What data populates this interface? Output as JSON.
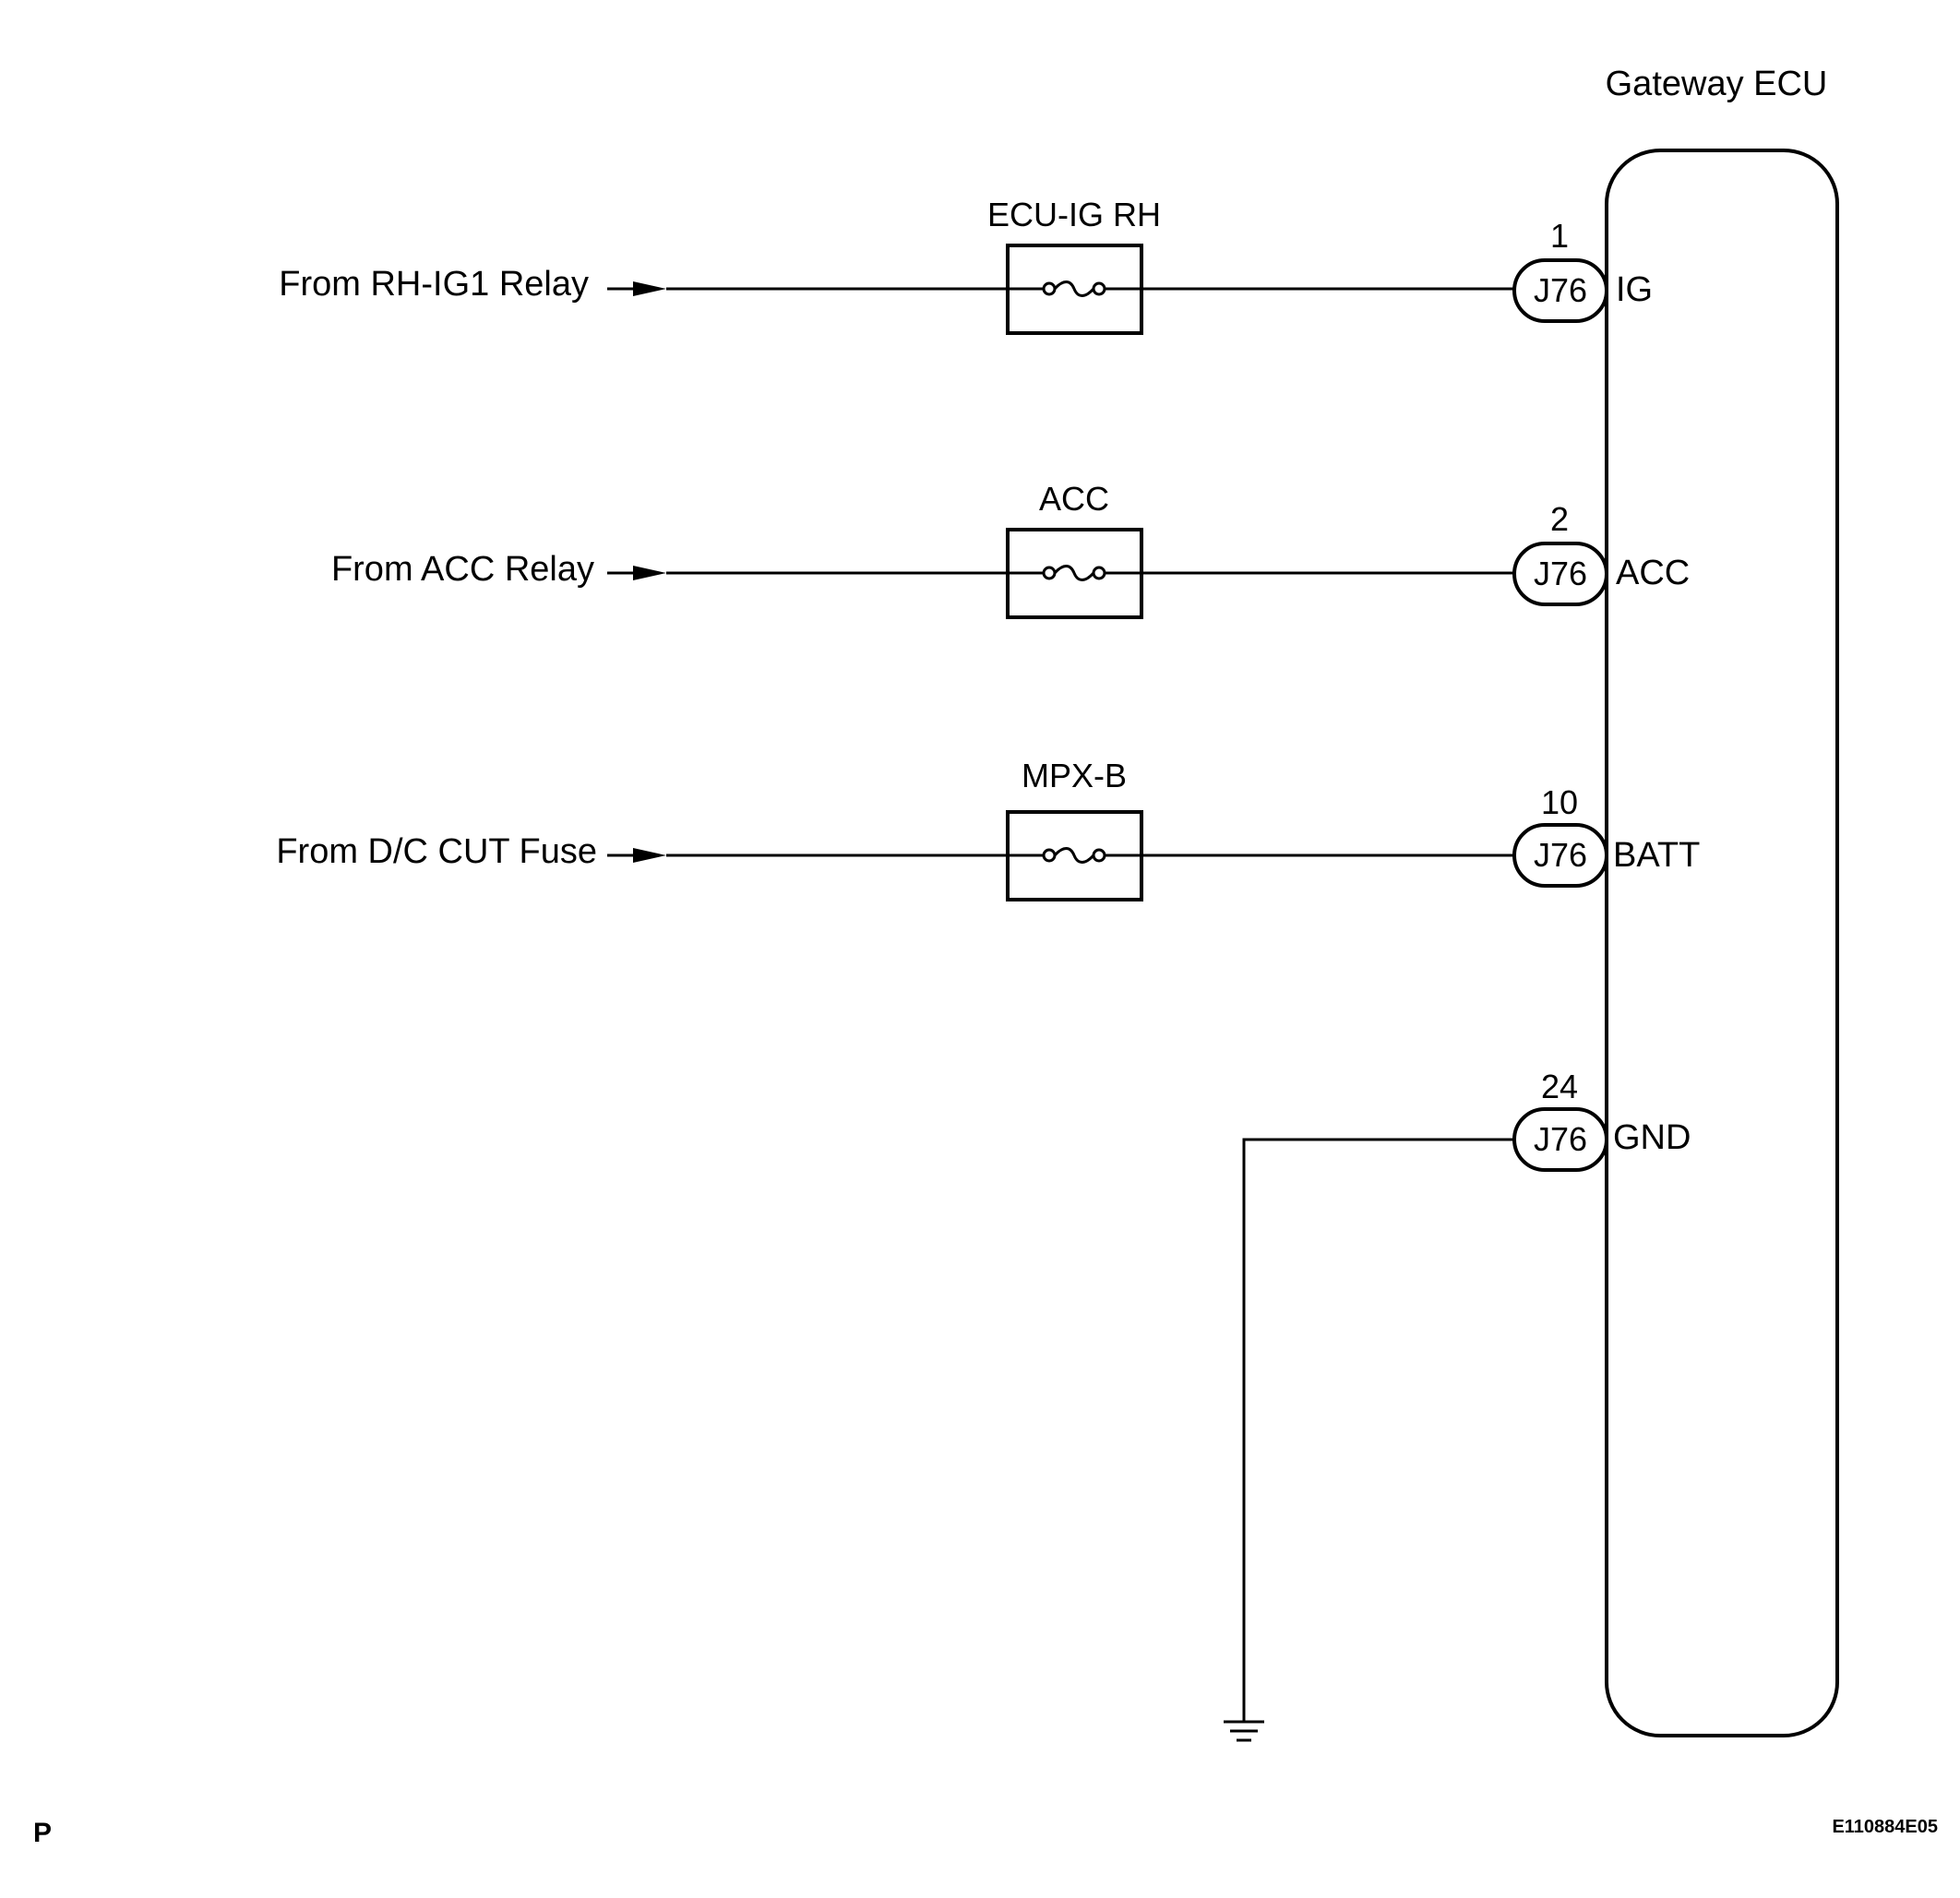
{
  "ecu": {
    "title": "Gateway ECU"
  },
  "circuits": [
    {
      "source_label": "From RH-IG1 Relay",
      "fuse_label": "ECU-IG RH",
      "pin_number": "1",
      "connector": "J76",
      "terminal": "IG"
    },
    {
      "source_label": "From ACC Relay",
      "fuse_label": "ACC",
      "pin_number": "2",
      "connector": "J76",
      "terminal": "ACC"
    },
    {
      "source_label": "From D/C CUT Fuse",
      "fuse_label": "MPX-B",
      "pin_number": "10",
      "connector": "J76",
      "terminal": "BATT"
    }
  ],
  "ground": {
    "pin_number": "24",
    "connector": "J76",
    "terminal": "GND"
  },
  "footer": {
    "left_mark": "P",
    "figure_code": "E110884E05"
  },
  "colors": {
    "line": "#000000",
    "background": "#ffffff"
  },
  "icons": [
    "fuse-icon",
    "arrow-icon",
    "ground-icon",
    "connector-icon"
  ]
}
